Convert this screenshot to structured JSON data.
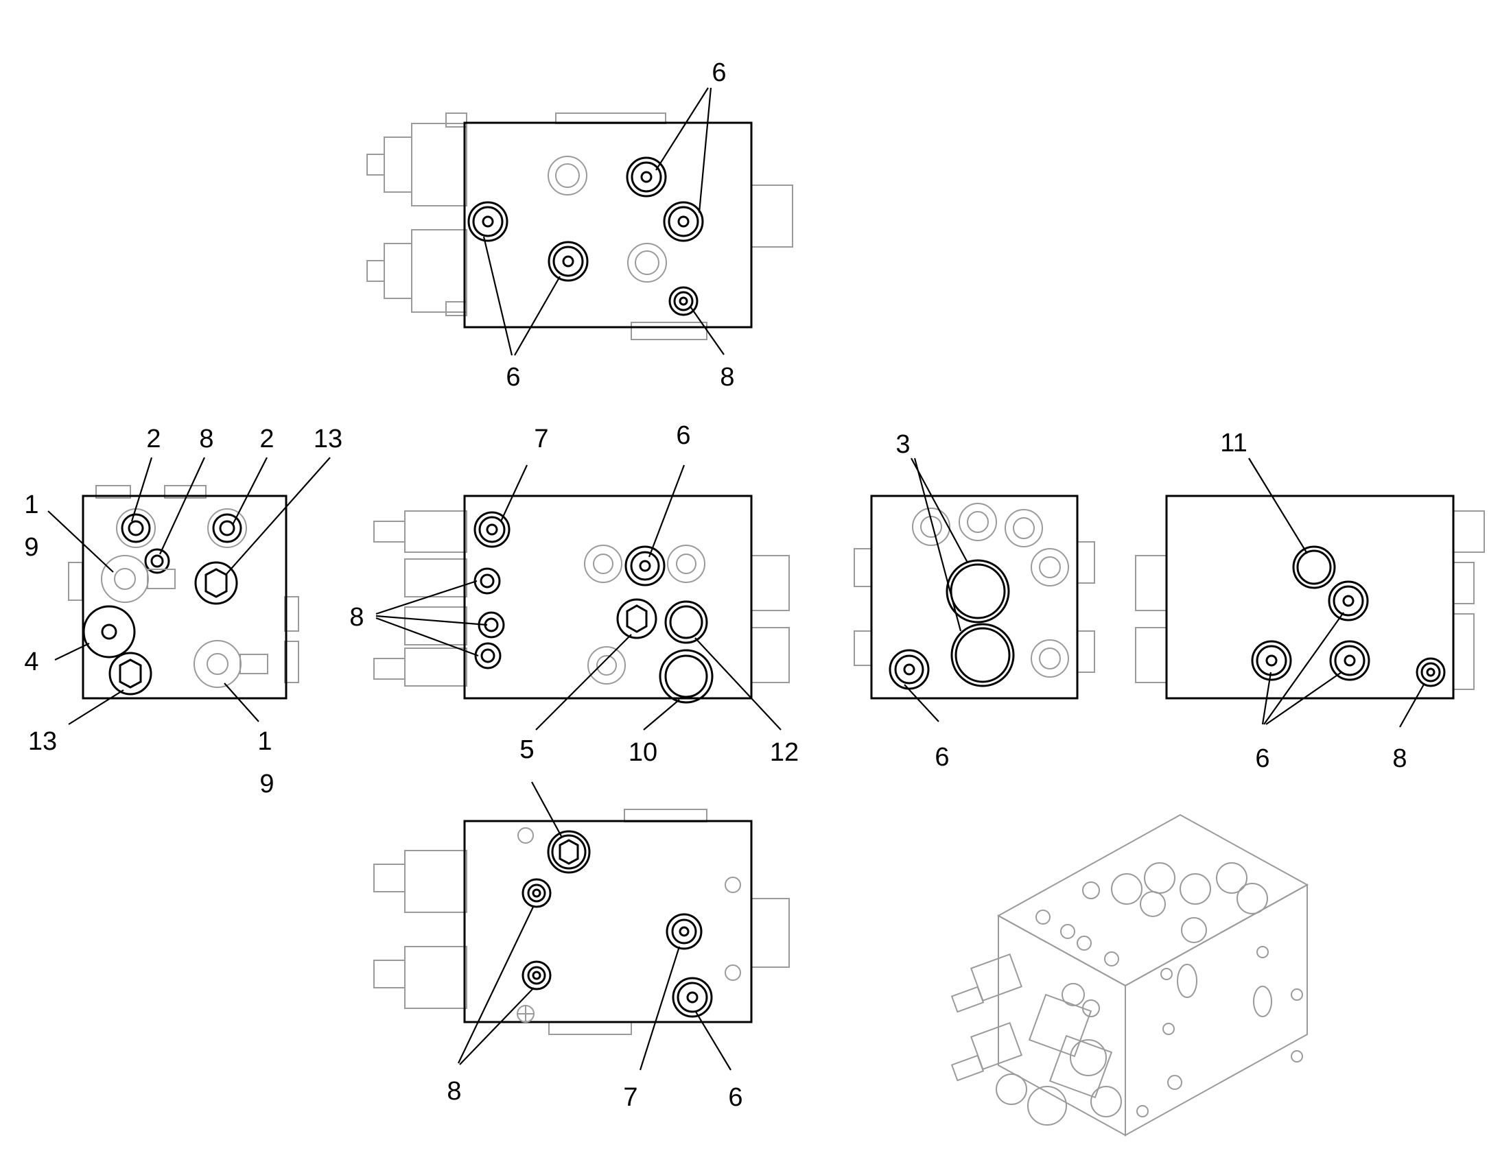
{
  "views": [
    {
      "id": "top",
      "labels": [
        "6",
        "6",
        "8"
      ]
    },
    {
      "id": "left",
      "labels": [
        "2",
        "8",
        "2",
        "13",
        "1",
        "9",
        "4",
        "13",
        "1",
        "9"
      ]
    },
    {
      "id": "front",
      "labels": [
        "7",
        "6",
        "8",
        "5",
        "10",
        "12"
      ]
    },
    {
      "id": "right-narrow",
      "labels": [
        "3",
        "6"
      ]
    },
    {
      "id": "back",
      "labels": [
        "11",
        "6",
        "8"
      ]
    },
    {
      "id": "bottom",
      "labels": [
        "5",
        "8",
        "7",
        "6"
      ]
    }
  ],
  "isometric": {
    "present": true
  }
}
